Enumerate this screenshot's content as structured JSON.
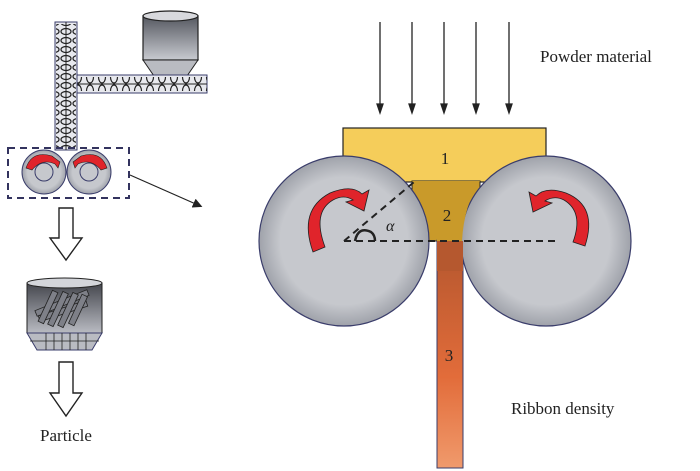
{
  "diagram": {
    "title": "Roller compaction process schematic",
    "labels": {
      "powder": "Powder material",
      "ribbon": "Ribbon density",
      "particle": "Particle",
      "zone1": "1",
      "zone2": "2",
      "zone3": "3",
      "angle": "α"
    },
    "colors": {
      "zone1": "#f5cd5a",
      "zone2": "#c99a2a",
      "zone3_top": "#b5562e",
      "zone3_bottom": "#ee8a5a",
      "roller": "#c4c6cb",
      "roller_edge": "#3a3d6b",
      "rotation_arrow": "#e0242b",
      "outline": "#222222",
      "dashed_box": "#33335e"
    }
  }
}
